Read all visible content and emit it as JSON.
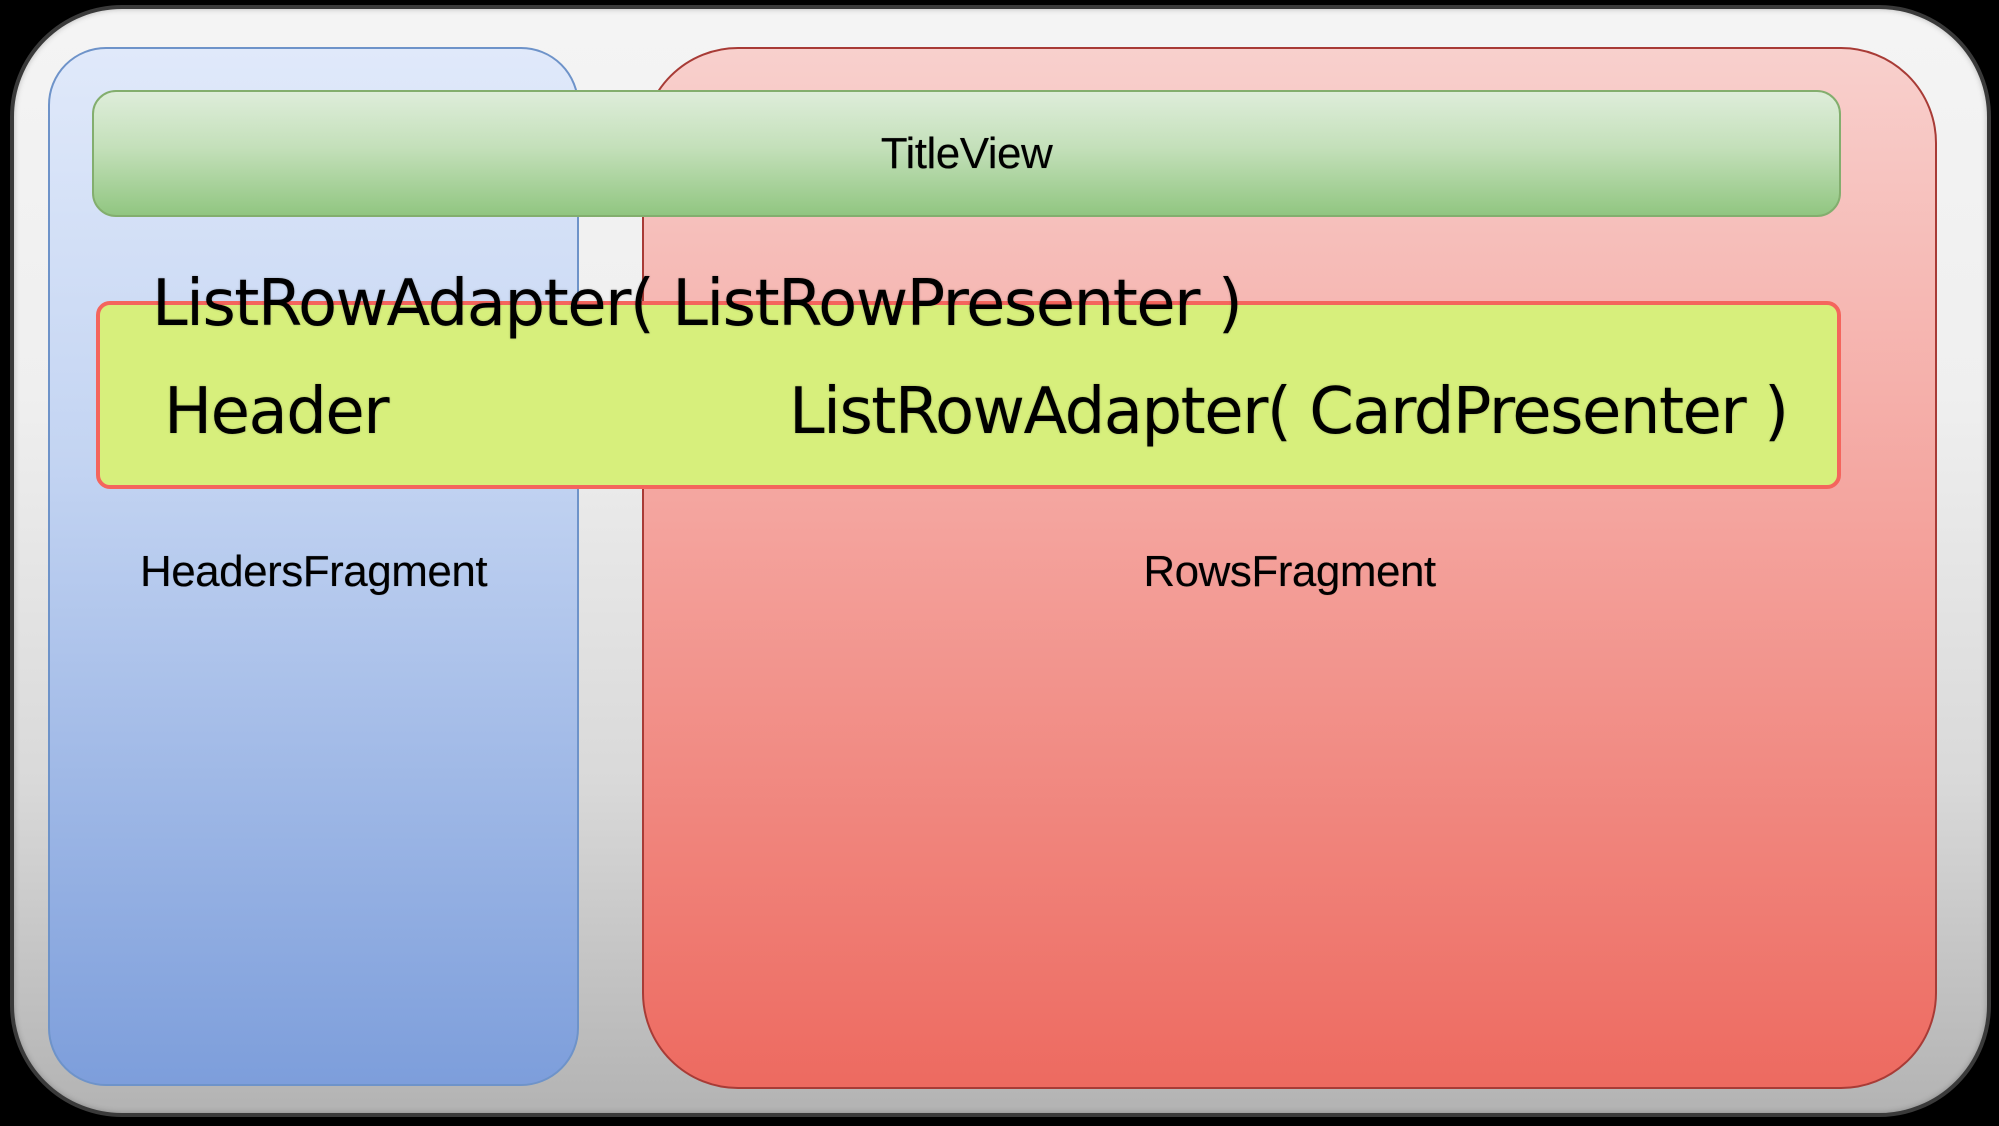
{
  "diagram": {
    "title_view_label": "TitleView",
    "headers_fragment_label": "HeadersFragment",
    "rows_fragment_label": "RowsFragment",
    "list_row_adapter_presenter_label": "ListRowAdapter( ListRowPresenter )",
    "header_label": "Header",
    "list_row_adapter_card_label": "ListRowAdapter( CardPresenter )",
    "colors": {
      "page_background": "#000000",
      "frame_border": "#3a3a3a",
      "frame_fill_top": "#f4f4f4",
      "frame_fill_bottom": "#b3b3b3",
      "headers_fragment_fill_top": "#e0e9fa",
      "headers_fragment_fill_bottom": "#7d9edb",
      "headers_fragment_border": "#6e93c9",
      "rows_fragment_fill_top": "#f8d0cd",
      "rows_fragment_fill_bottom": "#ed6a60",
      "rows_fragment_border": "#a83b36",
      "title_view_fill_top": "#deedda",
      "title_view_fill_bottom": "#91c681",
      "title_view_border": "#83ae6e",
      "list_row_fill": "#d7ef7c",
      "list_row_border": "#f4655d",
      "text": "#000000"
    }
  }
}
